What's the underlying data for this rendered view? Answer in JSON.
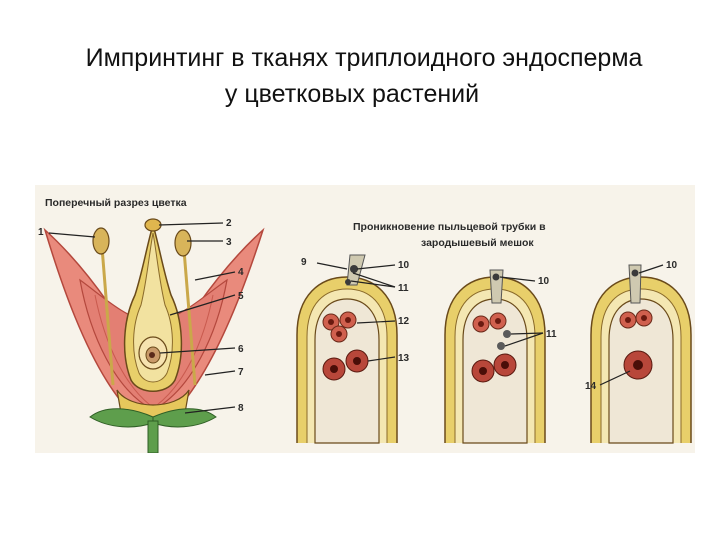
{
  "title": {
    "line1": "Импринтинг в тканях триплоидного эндосперма",
    "line2": "у цветковых растений"
  },
  "figure": {
    "left_caption": "Поперечный разрез цветка",
    "right_caption_line1": "Проникновение пыльцевой трубки в",
    "right_caption_line2": "зародышевый мешок",
    "labels": {
      "n1": "1",
      "n2": "2",
      "n3": "3",
      "n4": "4",
      "n5": "5",
      "n6": "6",
      "n7": "7",
      "n8": "8",
      "n9": "9",
      "n10a": "10",
      "n10b": "10",
      "n10c": "10",
      "n11a": "11",
      "n11b": "11",
      "n12": "12",
      "n13": "13",
      "n14": "14"
    },
    "colors": {
      "petal": "#e98a7c",
      "petal_edge": "#b4483d",
      "tissue_yellow": "#e8cf6a",
      "leaf_green": "#5e9e4c",
      "cell_red": "#b8473a",
      "sac_fill": "#efe7d6"
    }
  }
}
